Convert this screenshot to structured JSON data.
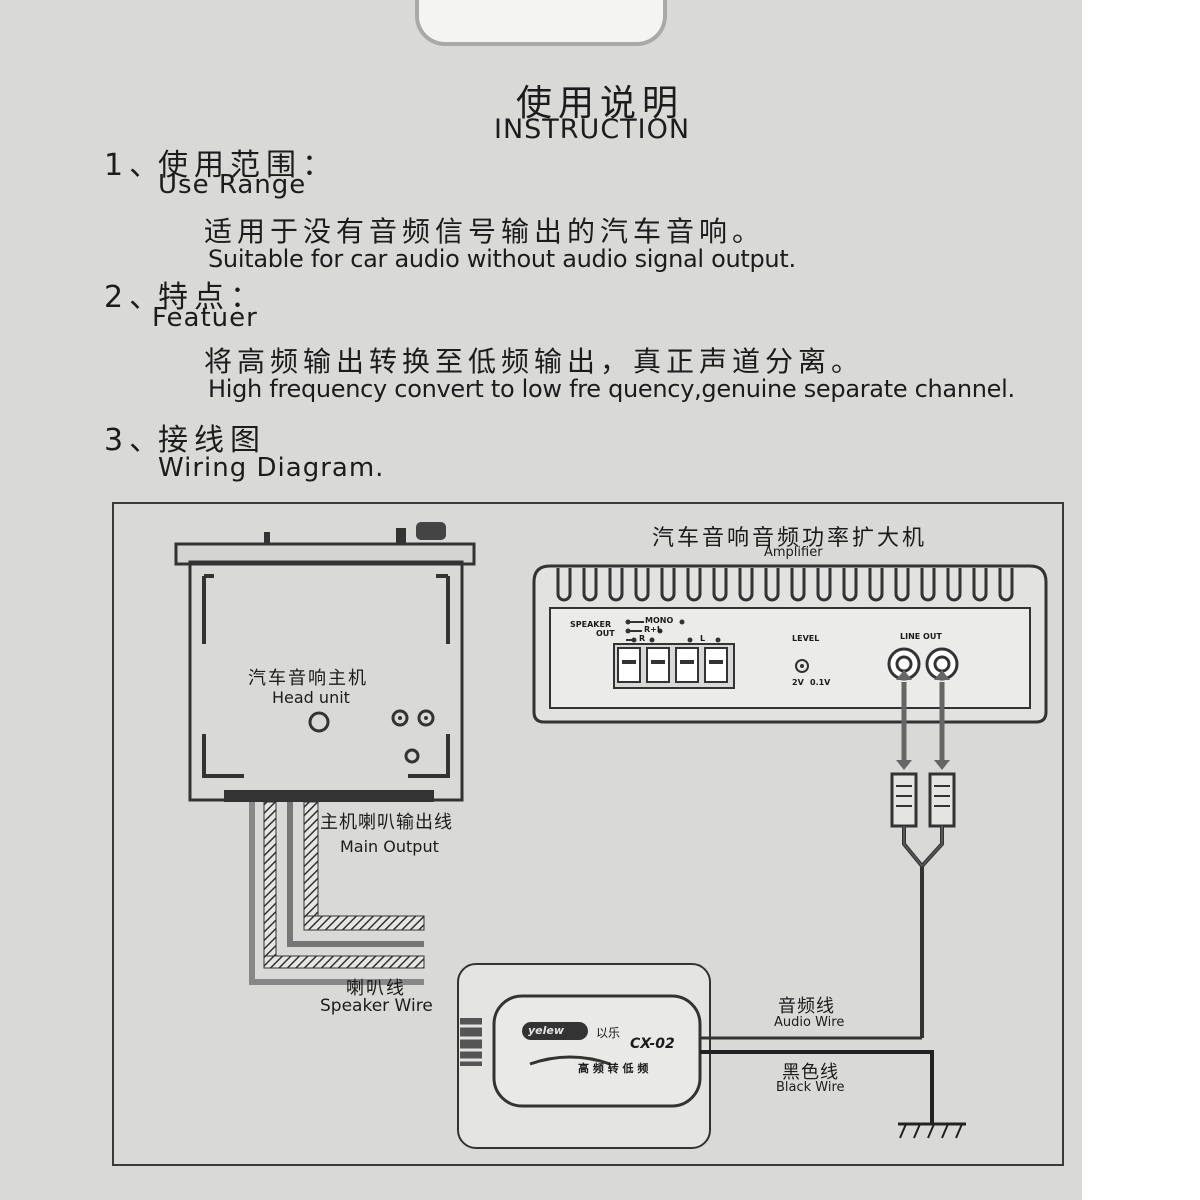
{
  "header": {
    "title_cn": "使用说明",
    "title_en": "INSTRUCTION"
  },
  "sections": [
    {
      "num": "1、",
      "heading_cn": "使用范围：",
      "heading_en": "Use Range",
      "body_cn": "适用于没有音频信号输出的汽车音响。",
      "body_en": "Suitable for car audio without audio signal output."
    },
    {
      "num": "2、",
      "heading_cn": "特点：",
      "heading_en": "Featuer",
      "body_cn": "将高频输出转换至低频输出，真正声道分离。",
      "body_en": "High frequency convert to low fre quency,genuine separate channel."
    },
    {
      "num": "3、",
      "heading_cn": "接线图",
      "heading_en": "Wiring Diagram."
    }
  ],
  "diagram": {
    "amplifier": {
      "label_cn": "汽车音响音频功率扩大机",
      "label_en": "Amplifier",
      "speaker_out_1": "SPEAKER",
      "speaker_out_2": "OUT",
      "mono": "MONO",
      "rl": "R+L",
      "r": "R",
      "l": "L",
      "level": "LEVEL",
      "level_low": "2V",
      "level_high": "0.1V",
      "line_out": "LINE OUT"
    },
    "head_unit": {
      "label_cn": "汽车音响主机",
      "label_en": "Head unit"
    },
    "main_output": {
      "label_cn": "主机喇叭输出线",
      "label_en": "Main Output"
    },
    "speaker_wire": {
      "label_cn": "喇叭线",
      "label_en": "Speaker Wire"
    },
    "converter": {
      "brand": "yelew",
      "brand_cn": "以乐",
      "model": "CX-02",
      "desc_cn": "高 频 转 低 频"
    },
    "audio_wire": {
      "label_cn": "音频线",
      "label_en": "Audio Wire"
    },
    "black_wire": {
      "label_cn": "黑色线",
      "label_en": "Black Wire"
    }
  }
}
